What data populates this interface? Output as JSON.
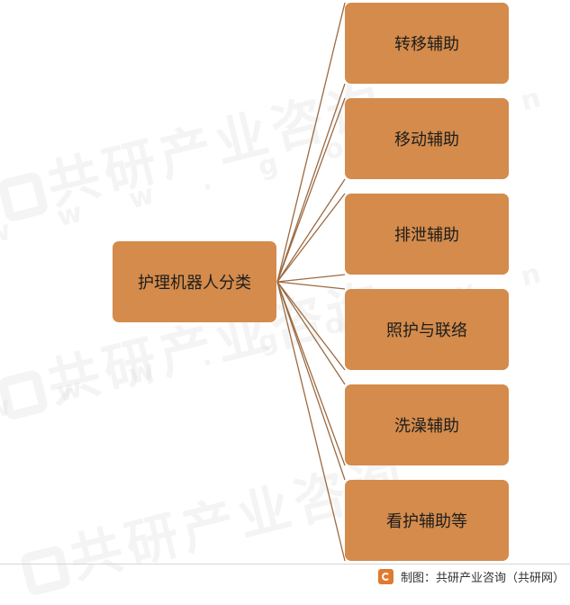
{
  "diagram": {
    "root": {
      "label": "护理机器人分类"
    },
    "children": [
      {
        "label": "转移辅助"
      },
      {
        "label": "移动辅助"
      },
      {
        "label": "排泄辅助"
      },
      {
        "label": "照护与联络"
      },
      {
        "label": "洗澡辅助"
      },
      {
        "label": "看护辅助等"
      }
    ],
    "line_color": "#9c6a42",
    "box_color": "#d48b4b"
  },
  "watermark": {
    "brand": "共研产业咨询",
    "url": "w w w . g o n y n . c o m"
  },
  "footer": {
    "source": "制图：共研产业咨询（共研网）"
  }
}
